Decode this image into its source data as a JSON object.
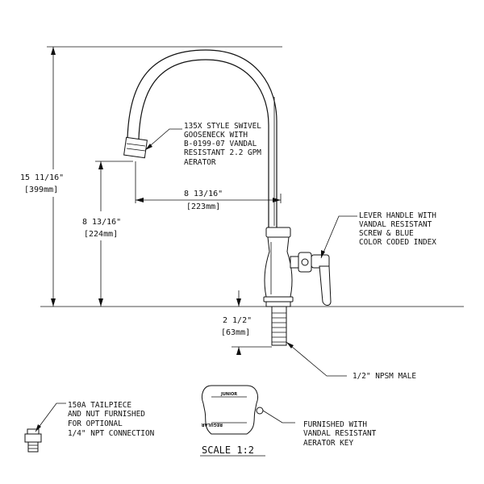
{
  "dimensions": {
    "overall_height": "15 11/16\"",
    "overall_height_mm": "[399mm]",
    "spout_height": "8 13/16\"",
    "spout_height_mm": "[224mm]",
    "spout_reach": "8 13/16\"",
    "spout_reach_mm": "[223mm]",
    "shank_length": "2 1/2\"",
    "shank_length_mm": "[63mm]"
  },
  "callouts": {
    "gooseneck": [
      "135X STYLE SWIVEL",
      "GOOSENECK WITH",
      "B-0199-07 VANDAL",
      "RESISTANT 2.2 GPM",
      "AERATOR"
    ],
    "lever": [
      "LEVER HANDLE WITH",
      "VANDAL RESISTANT",
      "SCREW & BLUE",
      "COLOR CODED INDEX"
    ],
    "npsm": [
      "1/2\" NPSM MALE"
    ],
    "tailpiece": [
      "150A TAILPIECE",
      "AND NUT FURNISHED",
      "FOR OPTIONAL",
      "1/4\" NPT CONNECTION"
    ],
    "aerator_key": [
      "FURNISHED WITH",
      "VANDAL RESISTANT",
      "AERATOR KEY"
    ]
  },
  "key": {
    "label_top": "JUNIOR",
    "label_bottom": "REGULAR",
    "scale": "SCALE 1:2"
  }
}
